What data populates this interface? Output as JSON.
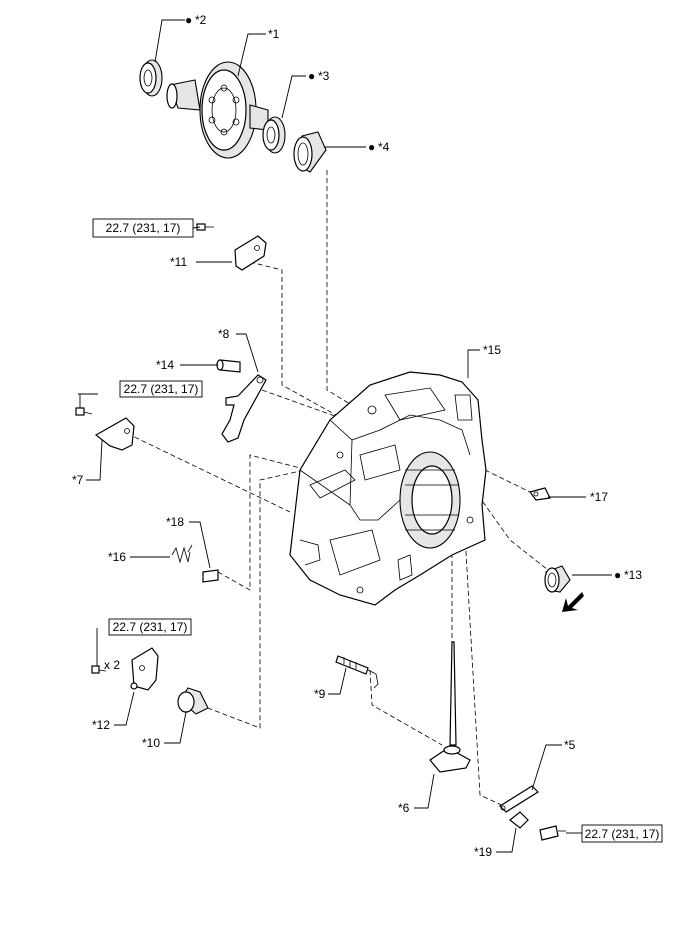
{
  "callouts": {
    "c1": "*1",
    "c2": "*2",
    "c3": "*3",
    "c4": "*4",
    "c5": "*5",
    "c6": "*6",
    "c7": "*7",
    "c8": "*8",
    "c9": "*9",
    "c10": "*10",
    "c11": "*11",
    "c12": "*12",
    "c13": "*13",
    "c14": "*14",
    "c15": "*15",
    "c16": "*16",
    "c17": "*17",
    "c18": "*18",
    "c19": "*19"
  },
  "torque": {
    "t11": "22.7 (231, 17)",
    "t7": "22.7 (231, 17)",
    "t12": "22.7 (231, 17)",
    "t19": "22.7 (231, 17)"
  },
  "quantity": {
    "bolt12": "x 2"
  },
  "marks": {
    "dot": "●"
  }
}
